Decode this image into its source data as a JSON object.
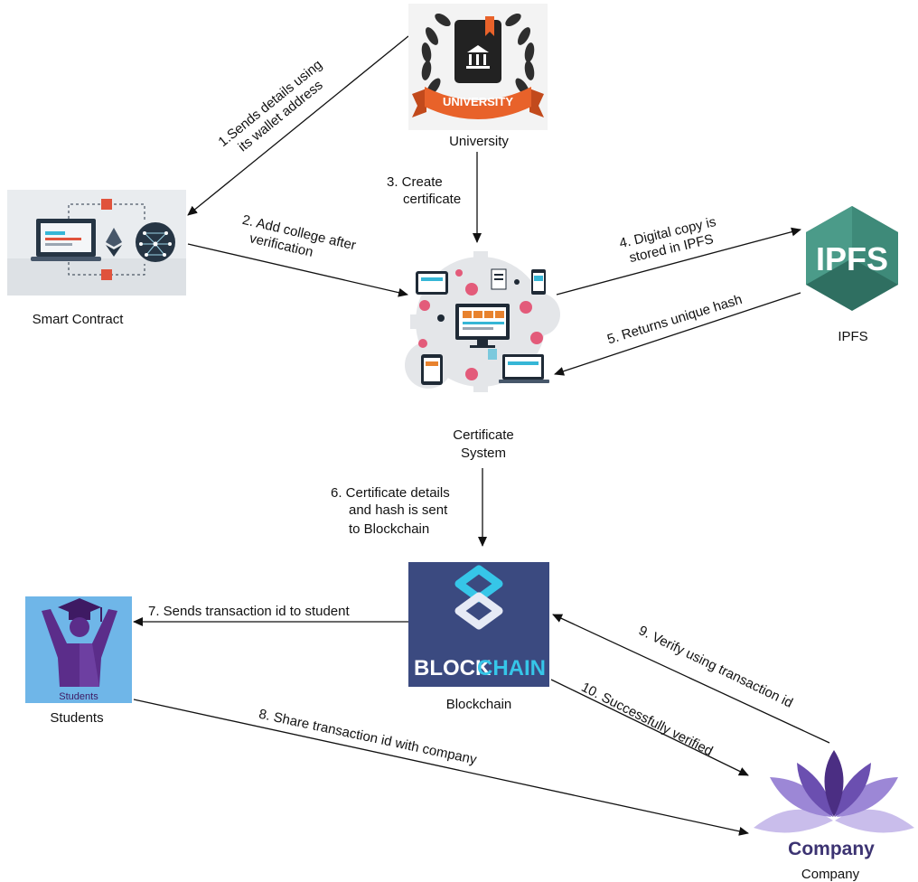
{
  "nodes": {
    "university": {
      "label": "University",
      "logo_text": "UNIVERSITY",
      "icon": "university-logo-icon"
    },
    "smart_contract": {
      "label": "Smart Contract",
      "icon": "smart-contract-illustration"
    },
    "certificate_system": {
      "label_line1": "Certificate",
      "label_line2": "System",
      "icon": "certificate-system-illustration"
    },
    "ipfs": {
      "label": "IPFS",
      "logo_text": "IPFS",
      "icon": "ipfs-logo-icon"
    },
    "blockchain": {
      "label": "Blockchain",
      "logo_text_a": "BLOCK",
      "logo_text_b": "CHAIN",
      "icon": "blockchain-logo-icon"
    },
    "students": {
      "label": "Students",
      "logo_text": "Students",
      "icon": "students-logo-icon"
    },
    "company": {
      "label": "Company",
      "logo_text": "Company",
      "icon": "company-lotus-icon"
    }
  },
  "edges": {
    "e1": {
      "line1": "1.Sends details using",
      "line2": "its wallet address"
    },
    "e2": {
      "line1": "2. Add college after",
      "line2": "verification"
    },
    "e3": {
      "line1": "3. Create",
      "line2": "certificate"
    },
    "e4": {
      "line1": "4. Digital copy is",
      "line2": "stored in IPFS"
    },
    "e5": {
      "line1": "5. Returns unique hash"
    },
    "e6": {
      "line1": "6. Certificate details",
      "line2": "and hash is sent",
      "line3": "to Blockchain"
    },
    "e7": {
      "line1": "7. Sends transaction id to student"
    },
    "e8": {
      "line1": "8. Share transaction id with company"
    },
    "e9": {
      "line1": "9. Verify using transaction id"
    },
    "e10": {
      "line1": "10. Successfully verified"
    }
  },
  "colors": {
    "university_ribbon": "#e8622a",
    "laurel": "#2e2e2e",
    "ipfs_green": "#3e8a79",
    "blockchain_bg": "#3b4a80",
    "blockchain_cyan": "#36c6e8",
    "students_bg": "#6fb6e8",
    "students_purple": "#5b2d8a",
    "company_purple": "#4b2e83",
    "company_lavender": "#b3a3e0"
  }
}
